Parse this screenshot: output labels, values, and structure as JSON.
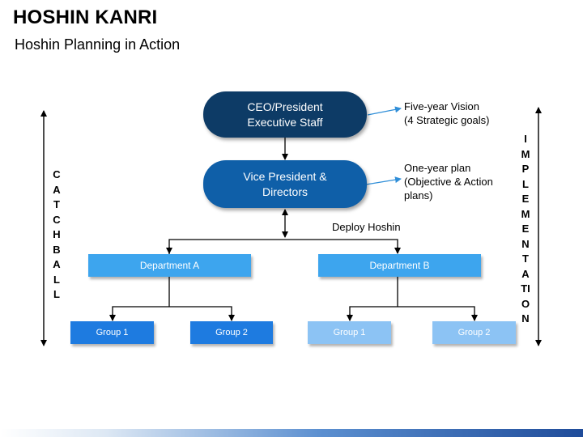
{
  "header": {
    "title": "HOSHIN KANRI",
    "subtitle": "Hoshin Planning in Action"
  },
  "nodes": {
    "ceo": "CEO/President\nExecutive Staff",
    "vp": "Vice President &\nDirectors",
    "dept_a": "Department A",
    "dept_b": "Department B",
    "a_group1": "Group 1",
    "a_group2": "Group 2",
    "b_group1": "Group 1",
    "b_group2": "Group 2"
  },
  "notes": {
    "five_year": "Five-year Vision\n(4 Strategic goals)",
    "one_year": "One-year plan\n(Objective & Action\nplans)",
    "deploy": "Deploy Hoshin"
  },
  "side_labels": {
    "left": [
      "C",
      "A",
      "T",
      "C",
      "H",
      "B",
      "A",
      "L",
      "L"
    ],
    "right": [
      "I",
      "M",
      "P",
      "L",
      "E",
      "M",
      "E",
      "N",
      "T",
      "A",
      "TI",
      "O",
      "N"
    ]
  },
  "colors": {
    "ceo": "#0d3b66",
    "vp": "#0f5fa8",
    "department": "#3da5ee",
    "group_dark": "#1e7be0",
    "group_light": "#8cc3f4",
    "pointer": "#2f8ed8"
  }
}
